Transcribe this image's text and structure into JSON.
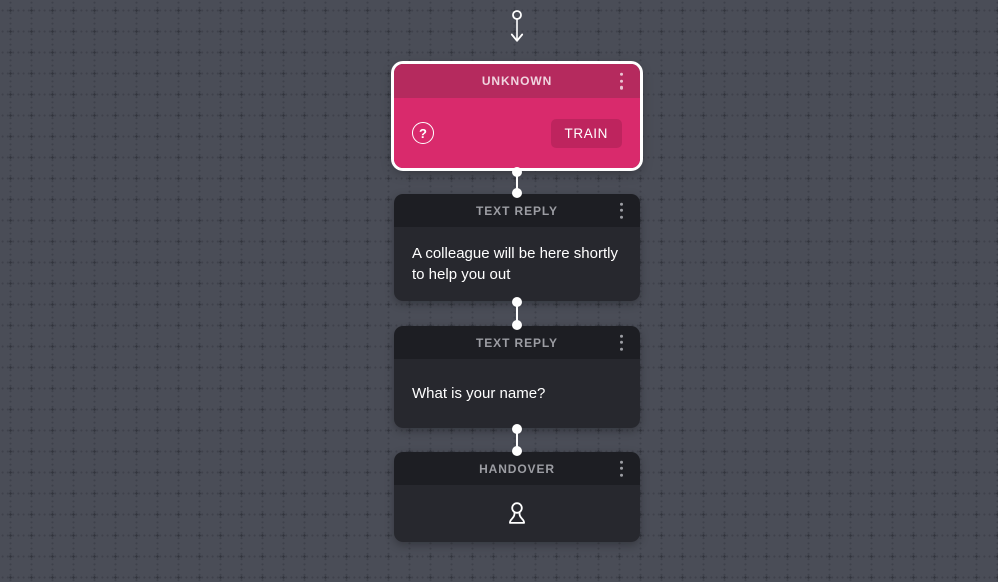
{
  "theme": {
    "bg": "#4a4d57",
    "dark_header": "#1d1e23",
    "dark_body": "#27282e",
    "pink_header": "#b52a5e",
    "pink_body": "#d92a6c",
    "muted_label": "#9c9da3",
    "connector": "#ffffff"
  },
  "flow": {
    "entry_icon": "flow-start-arrow",
    "nodes": [
      {
        "type": "UNKNOWN",
        "selected": true,
        "icon": "question-circle-icon",
        "button_label": "TRAIN",
        "menu_icon": "kebab-menu-icon"
      },
      {
        "type": "TEXT REPLY",
        "text": "A colleague will be here shortly to help you out",
        "menu_icon": "kebab-menu-icon"
      },
      {
        "type": "TEXT REPLY",
        "text": "What is your name?",
        "menu_icon": "kebab-menu-icon"
      },
      {
        "type": "HANDOVER",
        "icon": "person-icon",
        "menu_icon": "kebab-menu-icon"
      }
    ]
  }
}
